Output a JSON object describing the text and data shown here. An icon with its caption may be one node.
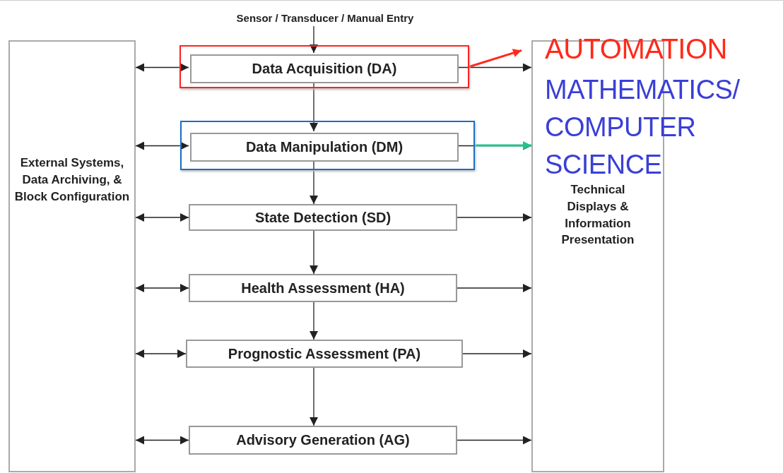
{
  "diagram": {
    "nodes": [
      {
        "text": [
          "Sensor / Transducer / Manual Entry"
        ]
      },
      {
        "text": [
          "External Systems, Data Archiving, & Block Configuration"
        ]
      },
      {
        "text": [],
        "shape": "box"
      },
      {
        "text": [
          "Data Acquisition (DA)"
        ],
        "in": 2
      },
      {
        "text": [],
        "shape": "box"
      },
      {
        "text": [
          "Data Manipulation (DM)"
        ],
        "in": 4
      },
      {
        "text": [
          "State Detection (SD)"
        ]
      },
      {
        "text": [
          "Health Assessment (HA)"
        ]
      },
      {
        "text": [
          "Prognostic Assessment (PA)"
        ]
      },
      {
        "text": [
          "Advisory Generation (AG)"
        ]
      },
      {
        "text": [
          "Technical Displays & Information Presentation"
        ]
      },
      {
        "text": [
          "AUTOMATION"
        ]
      }
    ],
    "edges": [
      {
        "from": 0,
        "to": 3,
        "arrow": "to"
      },
      {
        "from": 3,
        "to": 5,
        "arrow": "to"
      },
      {
        "from": 5,
        "to": 6,
        "arrow": "to"
      },
      {
        "from": 6,
        "to": 7,
        "arrow": "to"
      },
      {
        "from": 7,
        "to": 8,
        "arrow": "to"
      },
      {
        "from": 8,
        "to": 9,
        "arrow": "to"
      },
      {
        "from": 1,
        "to": 3,
        "arrow": "both"
      },
      {
        "from": 1,
        "to": 5,
        "arrow": "both"
      },
      {
        "from": 1,
        "to": 6,
        "arrow": "both"
      },
      {
        "from": 1,
        "to": 7,
        "arrow": "both"
      },
      {
        "from": 1,
        "to": 8,
        "arrow": "both"
      },
      {
        "from": 1,
        "to": 9,
        "arrow": "both"
      },
      {
        "from": 3,
        "to": 10,
        "arrow": "to"
      },
      {
        "from": 5,
        "to": 10,
        "arrow": "to"
      },
      {
        "from": 6,
        "to": 10,
        "arrow": "to"
      },
      {
        "from": 7,
        "to": 10,
        "arrow": "to"
      },
      {
        "from": 8,
        "to": 10,
        "arrow": "to"
      },
      {
        "from": 9,
        "to": 10,
        "arrow": "to"
      },
      {
        "from": 2,
        "to": 11,
        "arrow": "to",
        "style": "thick",
        "color": "#ff2a1a"
      },
      {
        "from": 4,
        "to": 10,
        "arrow": "to",
        "style": "thick",
        "color": "#1fc48f"
      }
    ],
    "labels": [
      "MATHEMATICS/ COMPUTER SCIENCE"
    ]
  }
}
